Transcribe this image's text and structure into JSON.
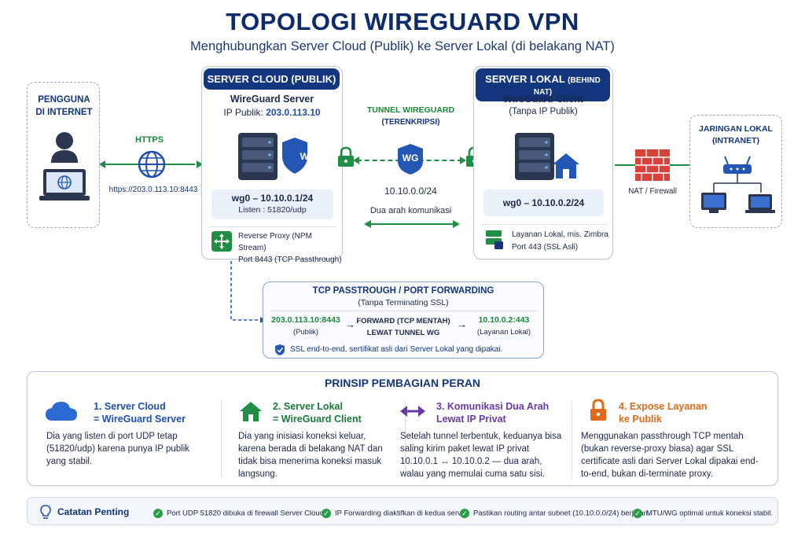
{
  "header": {
    "title": "TOPOLOGI WIREGUARD VPN",
    "subtitle": "Menghubungkan Server Cloud (Publik) ke Server Lokal (di belakang NAT)"
  },
  "user": {
    "label_line1": "PENGGUNA",
    "label_line2": "DI INTERNET"
  },
  "https": {
    "label": "HTTPS",
    "url": "https://203.0.113.10:8443"
  },
  "cloud": {
    "header": "SERVER CLOUD (PUBLIK)",
    "name": "WireGuard Server",
    "ip_prefix": "IP Publik: ",
    "ip": "203.0.113.10",
    "badge": "WG",
    "wg0": "wg0 – 10.10.0.1/24",
    "listen": "Listen : 51820/udp",
    "proxy_line1": "Reverse Proxy (NPM Stream)",
    "proxy_line2": "Port 8443 (TCP Passthrough)"
  },
  "tunnel": {
    "title": "TUNNEL WIREGUARD",
    "subtitle": "(TERENKRIPSI)",
    "badge": "WG",
    "subnet": "10.10.0.0/24",
    "bidir": "Dua arah komunikasi"
  },
  "local": {
    "header_main": "SERVER LOKAL ",
    "header_sub": "(BEHIND NAT)",
    "name": "WireGuard Client",
    "noip": "(Tanpa IP Publik)",
    "wg0": "wg0 – 10.10.0.2/24",
    "svc_line1": "Layanan Lokal, mis. Zimbra",
    "svc_line2": "Port 443 (SSL Asli)"
  },
  "nat": {
    "label": "NAT / Firewall"
  },
  "lan": {
    "label_line1": "JARINGAN LOKAL",
    "label_line2": "(INTRANET)"
  },
  "passthrough": {
    "title": "TCP PASSTROUGH / PORT FORWARDING",
    "subtitle": "(Tanpa Terminating SSL)",
    "src": "203.0.113.10:8443",
    "src_sub": "(Publik)",
    "mid1": "FORWARD (TCP MENTAH)",
    "mid2": "LEWAT TUNNEL WG",
    "dst": "10.10.0.2:443",
    "dst_sub": "(Layanan Lokal)",
    "ssl_note": "SSL end-to-end, sertifikat asli dari Server Lokal yang dipakai."
  },
  "principles": {
    "title": "PRINSIP PEMBAGIAN PERAN",
    "items": [
      {
        "title1": "1. Server Cloud",
        "title2": "= WireGuard Server",
        "text": "Dia yang listen di port UDP tetap (51820/udp) karena punya IP publik yang stabil.",
        "color": "#1f4fb0"
      },
      {
        "title1": "2. Server Lokal",
        "title2": "= WireGuard Client",
        "text": "Dia yang inisiasi koneksi keluar, karena berada di belakang NAT dan tidak bisa menerima koneksi masuk langsung.",
        "color": "#1a7a3a"
      },
      {
        "title1": "3. Komunikasi Dua Arah",
        "title2": "Lewat IP Privat",
        "text": "Setelah tunnel terbentuk, keduanya bisa saling kirim paket lewat IP privat 10.10.0.1 ↔ 10.10.0.2 — dua arah, walau yang memulai cuma satu sisi.",
        "color": "#6a3aa8"
      },
      {
        "title1": "4. Expose Layanan",
        "title2": "ke Publik",
        "text": "Menggunakan passthrough TCP mentah (bukan reverse-proxy biasa) agar SSL certificate asli dari Server Lokal dipakai end-to-end, bukan di-terminate proxy.",
        "color": "#e06a1a"
      }
    ]
  },
  "notes": {
    "title": "Catatan Penting",
    "items": [
      "Port UDP 51820 dibuka di firewall Server Cloud.",
      "IP Forwarding diaktifkan di kedua server.",
      "Pastikan routing antar subnet (10.10.0.0/24) berjalan.",
      "MTU/WG optimal untuk koneksi stabil."
    ]
  },
  "colors": {
    "navy": "#13367e",
    "green": "#1e8f45",
    "firewall": "#d9423a"
  }
}
